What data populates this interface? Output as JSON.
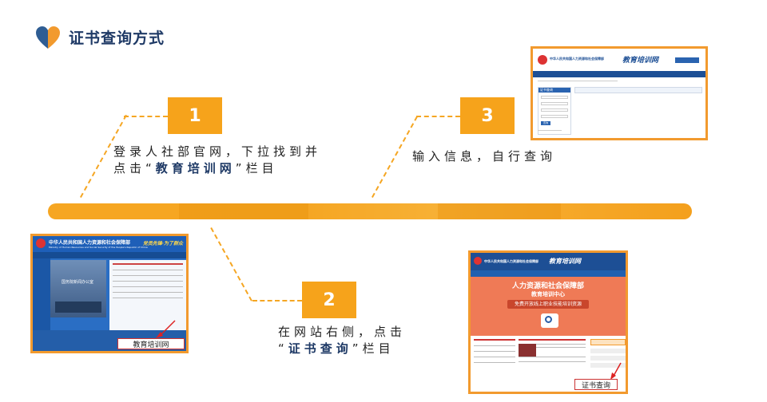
{
  "header": {
    "title": "证书查询方式",
    "logo_icon": "heart-logo-icon"
  },
  "steps": [
    {
      "number": "1",
      "line1": "登录人社部官网，下拉找到并",
      "line2_pre": "点击“",
      "line2_hl": "教育培训网",
      "line2_post": "”栏目"
    },
    {
      "number": "2",
      "line1": "在网站右侧，点击",
      "line2_pre": "“",
      "line2_hl": "证书查询",
      "line2_post": "”栏目"
    },
    {
      "number": "3",
      "line1": "输入信息，自行查询"
    }
  ],
  "shot1": {
    "site_title": "中华人民共和国人力资源和社会保障部",
    "site_subtitle": "Ministry of Human Resources and Social Security of the People's Republic of China",
    "slogan": "党员先锋·为了群众",
    "photo_caption": "国务院新闻办公室",
    "callout": "教育培训网"
  },
  "shot2": {
    "site_title": "中华人民共和国人力资源和社会保障部",
    "site_brand": "教育培训网",
    "banner_title": "人力资源和社会保障部",
    "banner_subtitle": "教育培训中心",
    "banner_tagline": "免费开放线上职业技能培训资源",
    "callout": "证书查询"
  },
  "shot3": {
    "site_title": "中华人民共和国人力资源和社会保障部",
    "site_brand": "教育培训网",
    "form_header": "证书查询",
    "query_button": "查询"
  },
  "colors": {
    "accent": "#f6a31b",
    "brand_blue": "#1f3a66",
    "site_blue": "#1d5aa8"
  }
}
